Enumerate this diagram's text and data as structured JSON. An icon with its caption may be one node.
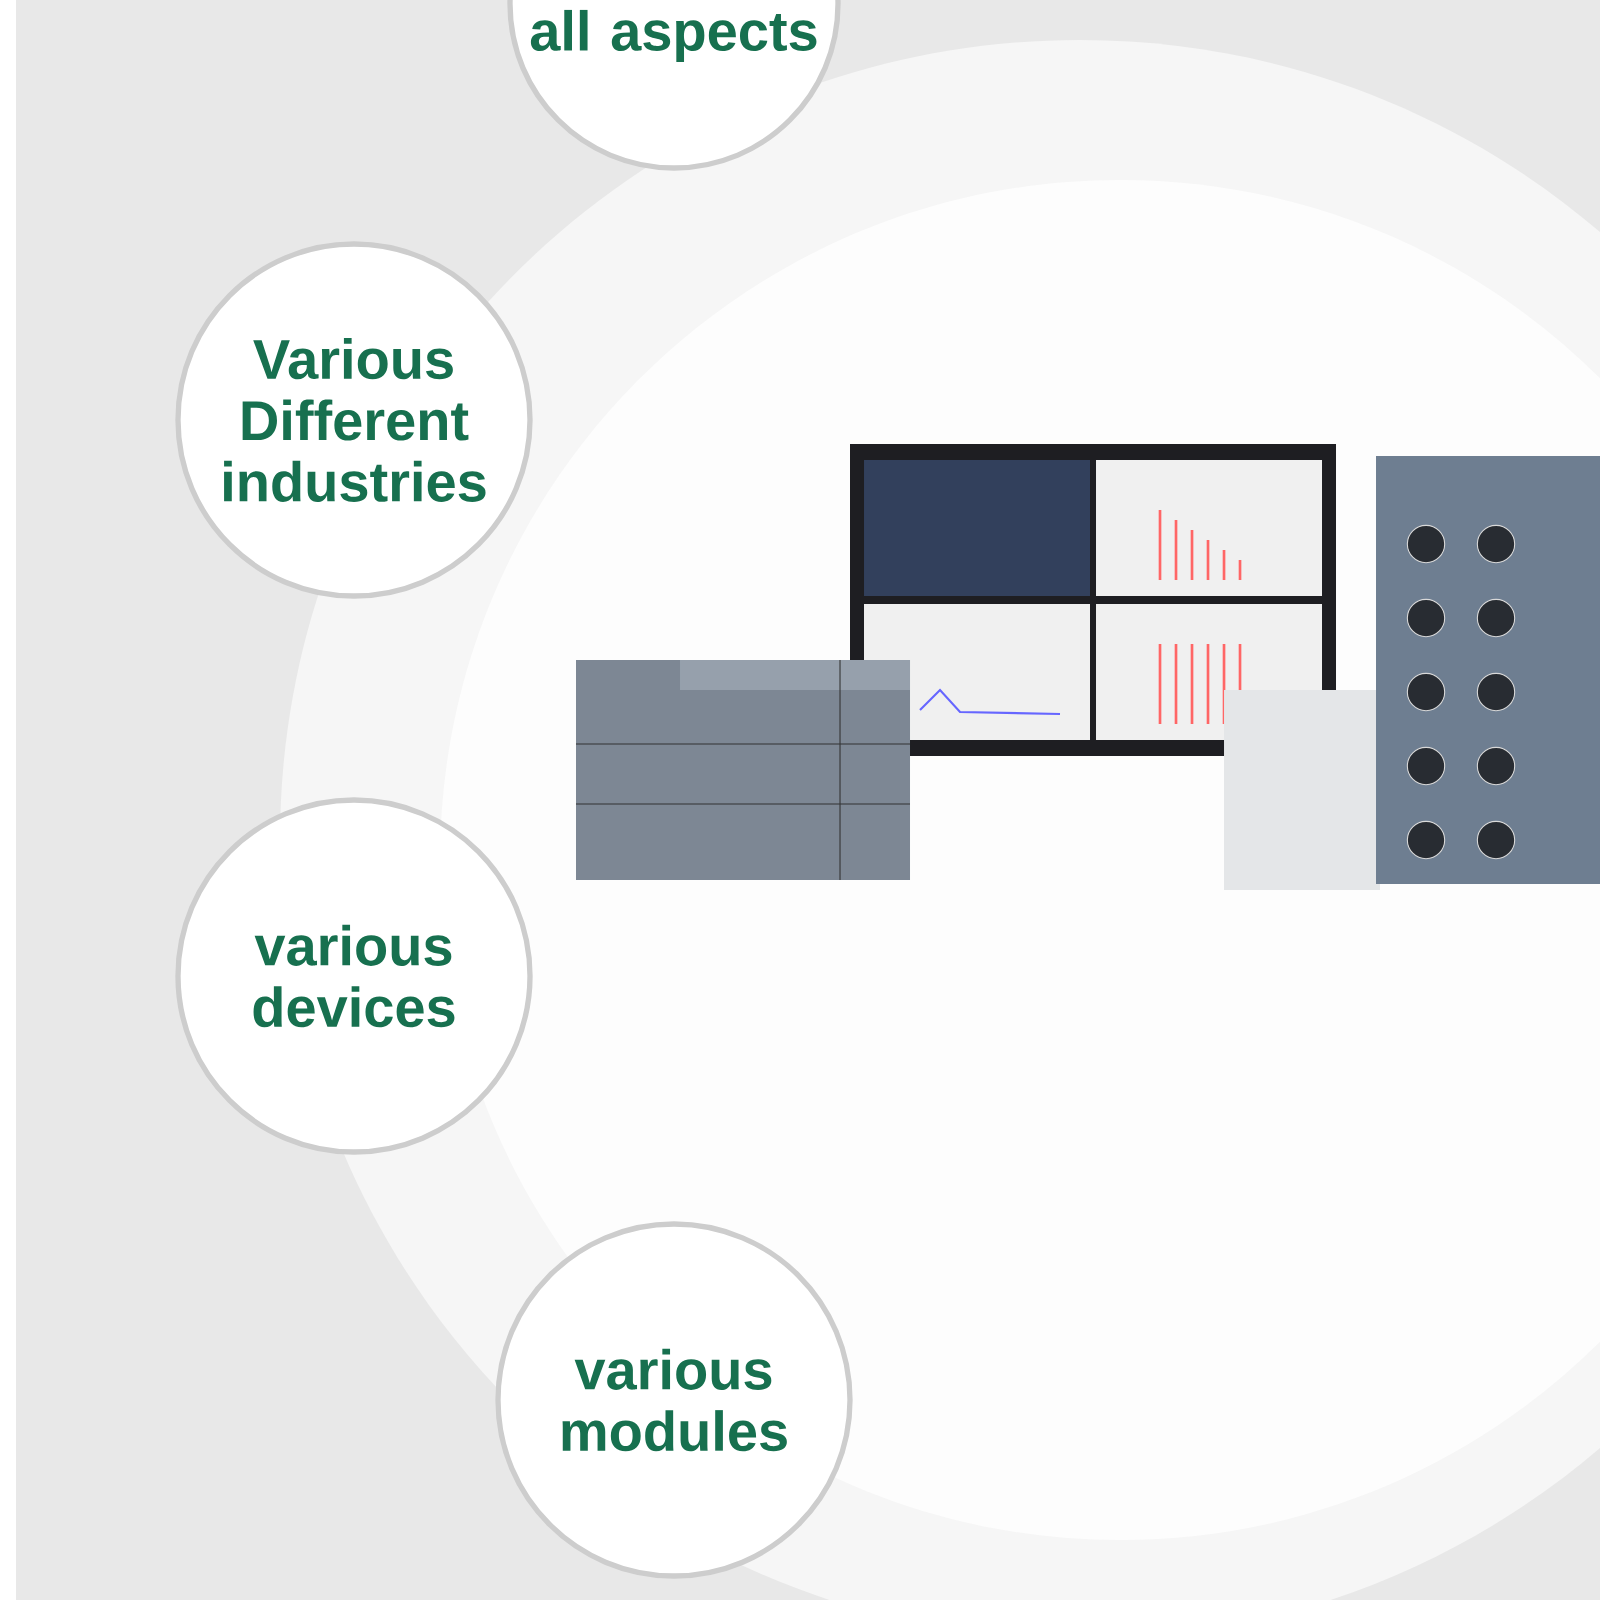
{
  "diagram": {
    "nodes": [
      {
        "text": [
          "all aspects"
        ]
      },
      {
        "text": [
          "Various Different industries"
        ]
      },
      {
        "text": [
          "various devices"
        ]
      },
      {
        "text": [
          "various modules"
        ]
      }
    ]
  }
}
